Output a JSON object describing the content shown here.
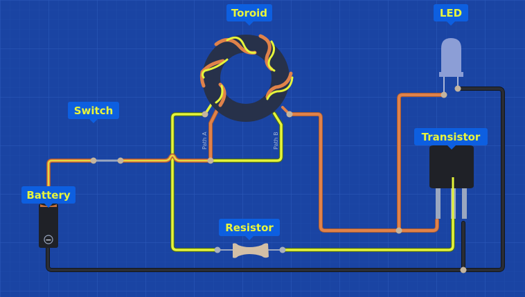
{
  "diagram": {
    "title": "Toroid circuit with LED and transistor",
    "colors": {
      "background": "#1a44a3",
      "grid": "#2a56b5",
      "label_bg": "#0d5fe0",
      "label_text": "#e8f53c",
      "wire_yellow": "#e6f53a",
      "wire_orange": "#e0824a",
      "wire_black": "#23262e",
      "core": "#27314a",
      "node": "#c4b49e",
      "led": "#8c9ed6",
      "resistor": "#d3bfa6"
    },
    "components": {
      "toroid": {
        "label": "Toroid"
      },
      "led": {
        "label": "LED"
      },
      "switch": {
        "label": "Switch"
      },
      "transistor": {
        "label": "Transistor"
      },
      "battery": {
        "label": "Battery",
        "terminal_symbol": "−"
      },
      "resistor": {
        "label": "Resistor"
      }
    },
    "paths": {
      "path_a": "Path A",
      "path_b": "Path B"
    }
  }
}
